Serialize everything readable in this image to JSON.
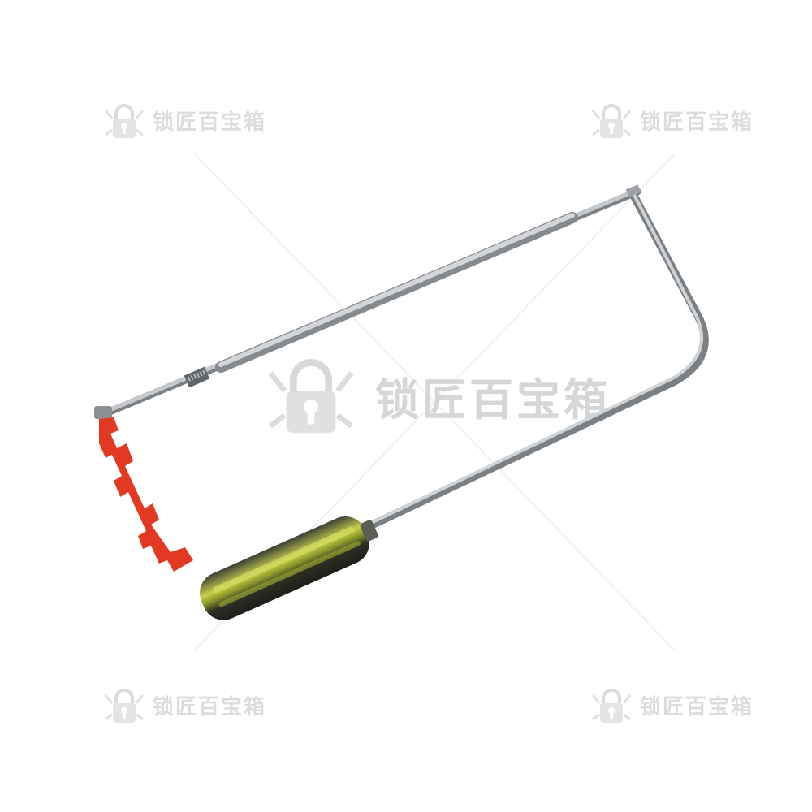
{
  "watermarks": [
    {
      "text": "锁匠百宝箱"
    },
    {
      "text": "锁匠百宝箱"
    },
    {
      "text": "锁匠百宝箱"
    },
    {
      "text": "锁匠百宝箱"
    },
    {
      "text": "锁匠百宝箱"
    }
  ],
  "colors": {
    "background": "#ffffff",
    "watermark": "#d8d8d8",
    "steel": "#b9bcc0",
    "red_tip": "#e23a22",
    "handle_dark": "#2a2e28",
    "handle_yellow": "#b9c23a"
  },
  "icons": {
    "watermark_logo": "lock-with-keys-icon"
  }
}
